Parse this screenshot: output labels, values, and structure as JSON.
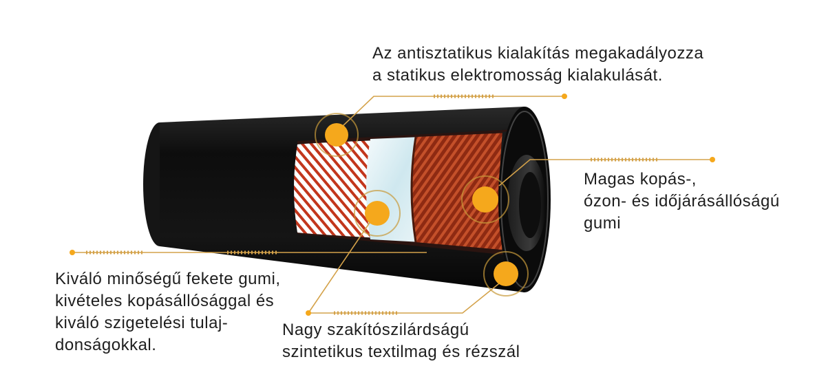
{
  "callouts": {
    "antistatic": {
      "lines": [
        "Az antisztatikus kialakítás megakadályozza",
        "a statikus elektromosság kialakulását."
      ]
    },
    "abrasion": {
      "lines": [
        "Magas kopás-,",
        "ózon- és időjárásállóságú",
        "gumi"
      ]
    },
    "rubber": {
      "lines": [
        "Kiváló minőségű fekete gumi,",
        "kivételes kopásállósággal és",
        "kiváló szigetelési tulaj-",
        "donságokkal."
      ]
    },
    "textile": {
      "lines": [
        "Nagy szakítószilárdságú",
        "szintetikus textilmag és rézszál"
      ]
    }
  },
  "colors": {
    "accent": "#f5a81c",
    "leader": "#d4a24a",
    "hose": "#111111",
    "copper": "#b2391c",
    "text": "#1e1e1e"
  }
}
